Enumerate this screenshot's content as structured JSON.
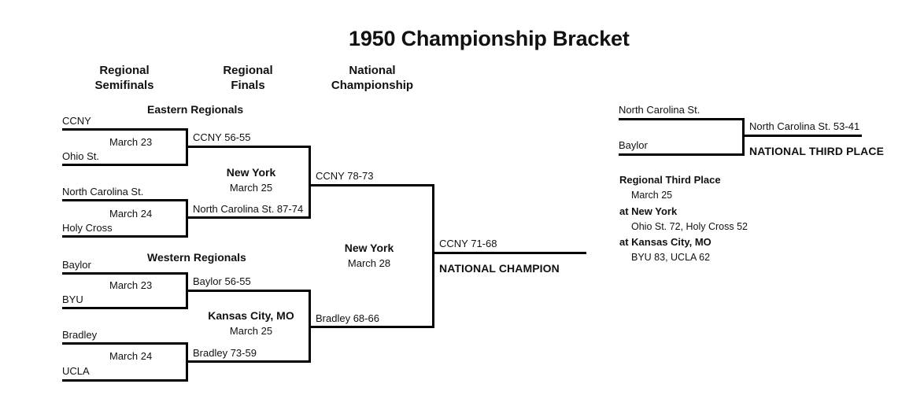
{
  "title": "1950 Championship Bracket",
  "columns": [
    {
      "line1": "Regional",
      "line2": "Semifinals"
    },
    {
      "line1": "Regional",
      "line2": "Finals"
    },
    {
      "line1": "National",
      "line2": "Championship"
    }
  ],
  "regions": {
    "east": {
      "heading": "Eastern Regionals",
      "semifinals": [
        {
          "team_top": "CCNY",
          "team_bottom": "Ohio St.",
          "date": "March 23",
          "result": "CCNY 56-55"
        },
        {
          "team_top": "North Carolina St.",
          "team_bottom": "Holy Cross",
          "date": "March 24",
          "result": "North Carolina St. 87-74"
        }
      ],
      "final": {
        "site": "New York",
        "date": "March 25",
        "result": "CCNY 78-73"
      }
    },
    "west": {
      "heading": "Western Regionals",
      "semifinals": [
        {
          "team_top": "Baylor",
          "team_bottom": "BYU",
          "date": "March 23",
          "result": "Baylor 56-55"
        },
        {
          "team_top": "Bradley",
          "team_bottom": "UCLA",
          "date": "March 24",
          "result": "Bradley 73-59"
        }
      ],
      "final": {
        "site": "Kansas City, MO",
        "date": "March 25",
        "result": "Bradley 68-66"
      }
    }
  },
  "championship": {
    "site": "New York",
    "date": "March 28",
    "result": "CCNY 71-68",
    "award": "NATIONAL CHAMPION"
  },
  "third_place": {
    "team_top": "North Carolina St.",
    "team_bottom": "Baylor",
    "result": "North Carolina St. 53-41",
    "award": "NATIONAL THIRD PLACE"
  },
  "regional_third_place": {
    "heading": "Regional Third Place",
    "date": "March 25",
    "site_1": "at New York",
    "game_1": "Ohio St. 72, Holy Cross 52",
    "site_2": "at Kansas City, MO",
    "game_2": "BYU 83, UCLA 62"
  },
  "colors": {
    "ink": "#000000",
    "background": "#ffffff"
  }
}
